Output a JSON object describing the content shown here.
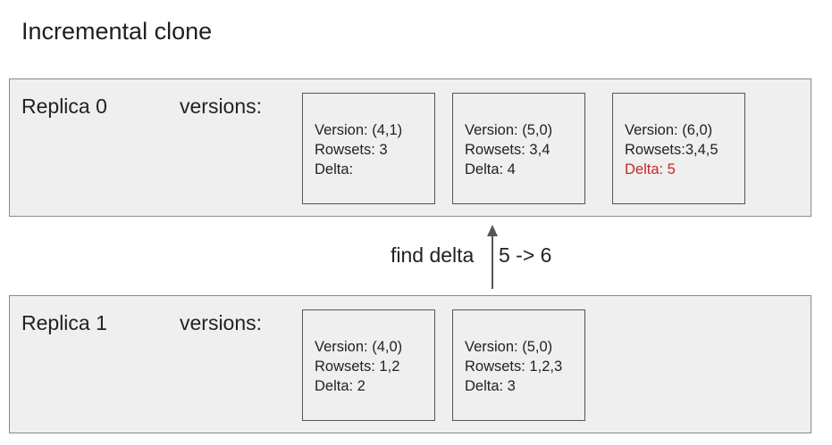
{
  "title": "Incremental clone",
  "replicas": [
    {
      "label": "Replica 0",
      "versions_label": "versions:",
      "versions": [
        {
          "version": "Version: (4,1)",
          "rowsets": "Rowsets: 3",
          "delta": "Delta:"
        },
        {
          "version": "Version: (5,0)",
          "rowsets": "Rowsets: 3,4",
          "delta": "Delta: 4"
        },
        {
          "version": "Version: (6,0)",
          "rowsets": "Rowsets:3,4,5",
          "delta": "Delta: 5"
        }
      ]
    },
    {
      "label": "Replica 1",
      "versions_label": "versions:",
      "versions": [
        {
          "version": "Version: (4,0)",
          "rowsets": "Rowsets: 1,2",
          "delta": "Delta: 2"
        },
        {
          "version": "Version: (5,0)",
          "rowsets": "Rowsets: 1,2,3",
          "delta": "Delta: 3"
        }
      ]
    }
  ],
  "arrow": {
    "left_text": "find delta",
    "right_text": "5 -> 6"
  },
  "colors": {
    "highlight": "#c62828",
    "panel_background": "#efefef",
    "arrow": "#555555"
  }
}
